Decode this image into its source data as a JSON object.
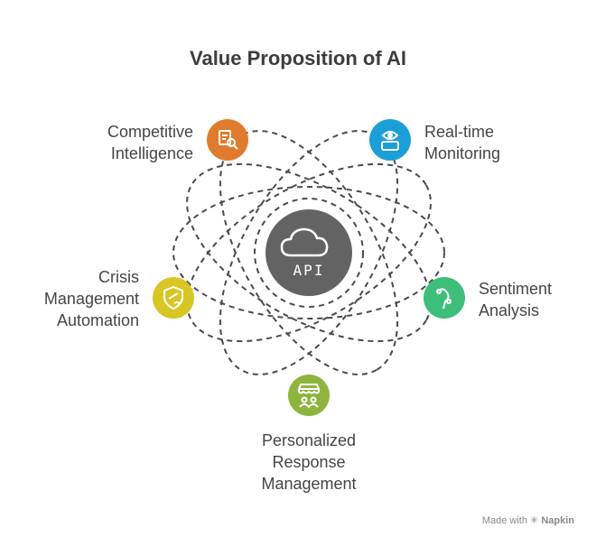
{
  "title": "Value Proposition of AI",
  "center": {
    "label": "API",
    "icon": "cloud-icon",
    "color": "#636363"
  },
  "nodes": [
    {
      "id": "competitive",
      "lines": [
        "Competitive",
        "Intelligence"
      ],
      "color": "#E07B2E",
      "icon": "document-search-icon"
    },
    {
      "id": "realtime",
      "lines": [
        "Real-time",
        "Monitoring"
      ],
      "color": "#1C9FD6",
      "icon": "monitor-eye-icon"
    },
    {
      "id": "sentiment",
      "lines": [
        "Sentiment",
        "Analysis"
      ],
      "color": "#3DBE7A",
      "icon": "analysis-icon"
    },
    {
      "id": "personalized",
      "lines": [
        "Personalized",
        "Response",
        "Management"
      ],
      "color": "#8DB43C",
      "icon": "storefront-icon"
    },
    {
      "id": "crisis",
      "lines": [
        "Crisis",
        "Management",
        "Automation"
      ],
      "color": "#D7C624",
      "icon": "shield-icon"
    }
  ],
  "footer": {
    "made_with": "Made with",
    "brand": "Napkin"
  }
}
